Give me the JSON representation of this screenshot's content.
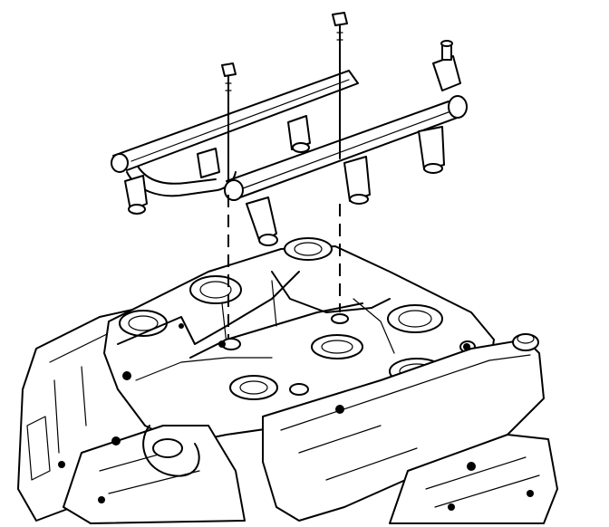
{
  "figure": {
    "background": "#ffffff",
    "ink": "#000000",
    "parts": [
      "fuel-rail-left",
      "fuel-rail-right",
      "fuel-rail-bolt",
      "fuel-injector",
      "fuel-pressure-regulator",
      "crossover-tube",
      "intake-manifold",
      "cylinder-head",
      "valve-cover"
    ]
  }
}
